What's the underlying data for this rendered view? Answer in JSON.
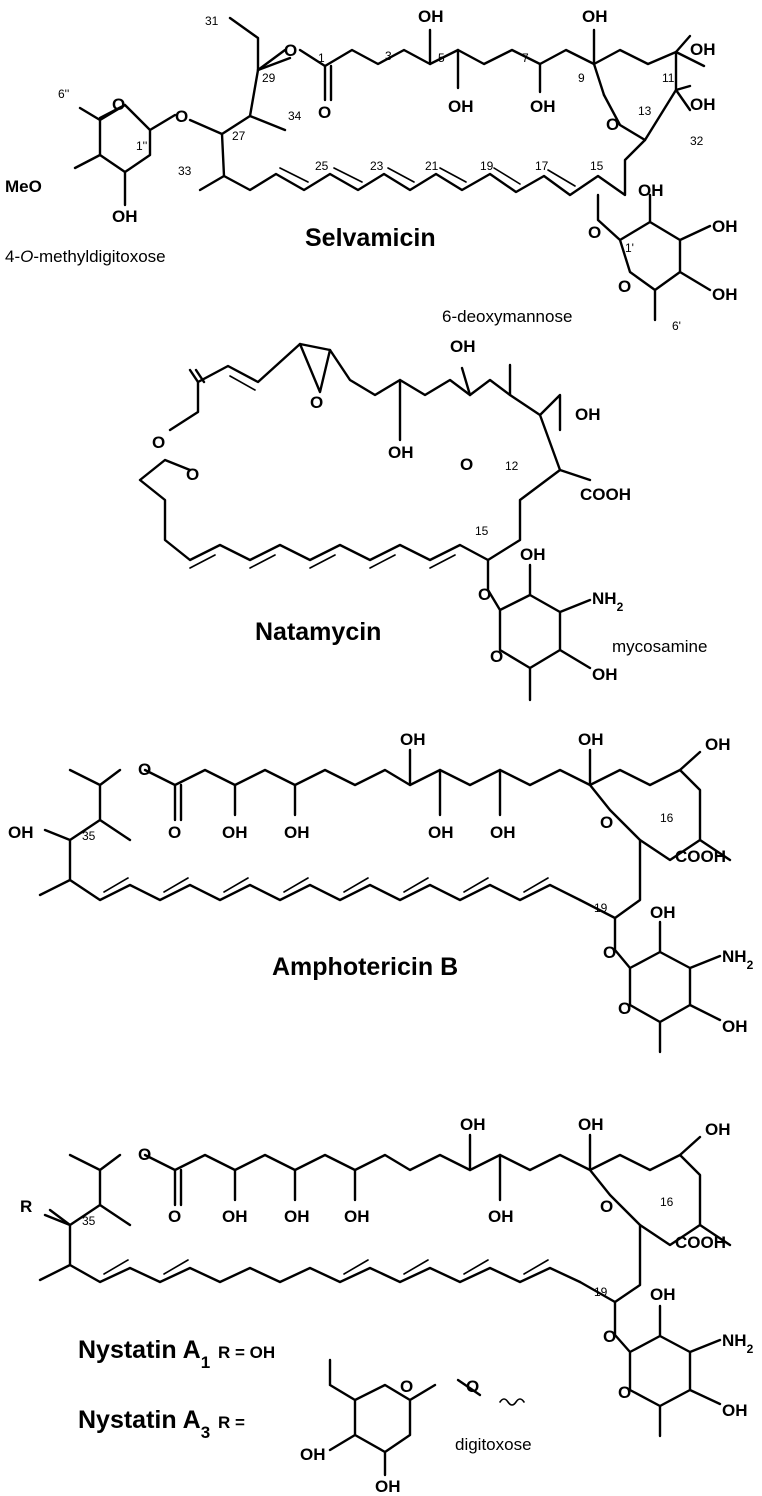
{
  "compounds": [
    {
      "name": "Selvamicin"
    },
    {
      "name": "Natamycin"
    },
    {
      "name": "Amphotericin B"
    },
    {
      "name_main": "Nystatin A",
      "name_sub": "1",
      "r_text": "R = OH"
    },
    {
      "name_main": "Nystatin A",
      "name_sub": "3",
      "r_text": "R ="
    }
  ],
  "sugar_labels": {
    "selvamicin_left": "4-O-methyldigitoxose",
    "selvamicin_left_prefix": "4-",
    "selvamicin_left_italic": "O",
    "selvamicin_left_suffix": "-methyldigitoxose",
    "selvamicin_right": "6-deoxymannose",
    "natamycin": "mycosamine",
    "nystatin_a3": "digitoxose"
  },
  "atoms": {
    "oh": "OH",
    "o": "O",
    "meo": "MeO",
    "cooh": "COOH",
    "nh": "NH",
    "two": "2",
    "r": "R"
  },
  "selvamicin_numbers": [
    "1",
    "3",
    "5",
    "7",
    "9",
    "11",
    "13",
    "15",
    "17",
    "19",
    "21",
    "23",
    "25",
    "27",
    "29",
    "31",
    "32",
    "33",
    "34",
    "1'",
    "6'",
    "1''",
    "6''"
  ],
  "natamycin_numbers": [
    "12",
    "15"
  ],
  "amphotericin_numbers": [
    "16",
    "19",
    "35"
  ],
  "nystatin_numbers": [
    "16",
    "19",
    "35"
  ]
}
